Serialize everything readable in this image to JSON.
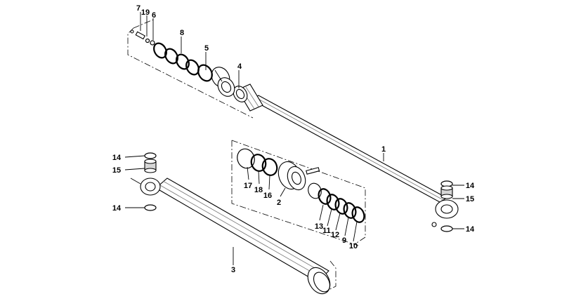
{
  "callouts": {
    "c1": "1",
    "c2": "2",
    "c3": "3",
    "c4": "4",
    "c5": "5",
    "c6": "6",
    "c7": "7",
    "c8": "8",
    "c9": "9",
    "c10": "10",
    "c11": "11",
    "c12": "12",
    "c13": "13",
    "c14a": "14",
    "c14b": "14",
    "c14c": "14",
    "c14d": "14",
    "c15a": "15",
    "c15b": "15",
    "c16": "16",
    "c17": "17",
    "c18": "18",
    "c19": "19"
  }
}
